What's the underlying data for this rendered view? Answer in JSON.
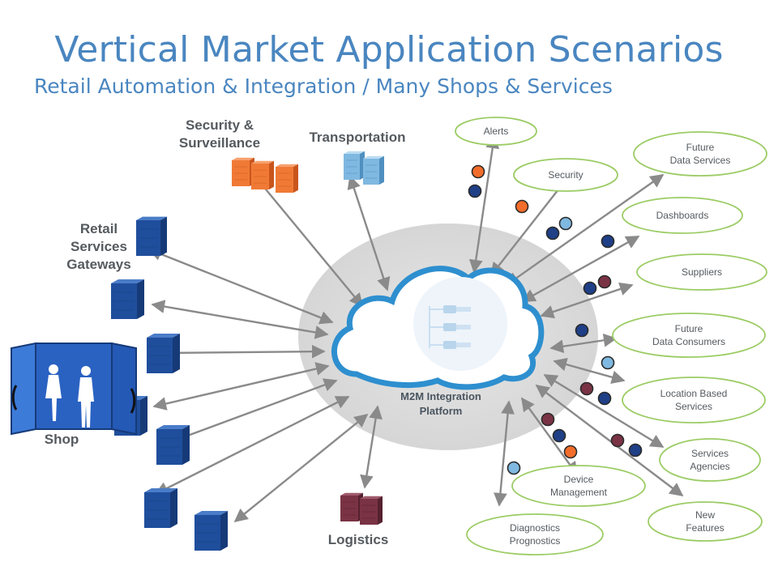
{
  "title": "Vertical Market Application Scenarios",
  "subtitle": "Retail Automation & Integration / Many Shops & Services",
  "labels": {
    "security": [
      "Security &",
      "Surveillance"
    ],
    "transportation": "Transportation",
    "retail": [
      "Retail",
      "Services",
      "Gateways"
    ],
    "shop": "Shop",
    "logistics": "Logistics",
    "platform": [
      "M2M Integration",
      "Platform"
    ]
  },
  "services": [
    {
      "id": "alerts",
      "lines": [
        "Alerts"
      ]
    },
    {
      "id": "security",
      "lines": [
        "Security"
      ]
    },
    {
      "id": "future-data-services",
      "lines": [
        "Future",
        "Data Services"
      ]
    },
    {
      "id": "dashboards",
      "lines": [
        "Dashboards"
      ]
    },
    {
      "id": "suppliers",
      "lines": [
        "Suppliers"
      ]
    },
    {
      "id": "future-data-consumers",
      "lines": [
        "Future",
        "Data Consumers"
      ]
    },
    {
      "id": "location-based-services",
      "lines": [
        "Location Based",
        "Services"
      ]
    },
    {
      "id": "services-agencies",
      "lines": [
        "Services",
        "Agencies"
      ]
    },
    {
      "id": "device-management",
      "lines": [
        "Device",
        "Management"
      ]
    },
    {
      "id": "new-features",
      "lines": [
        "New",
        "Features"
      ]
    },
    {
      "id": "diagnostics-prognostics",
      "lines": [
        "Diagnostics",
        "Prognostics"
      ]
    }
  ],
  "colors": {
    "title": "#4a86c0",
    "cloud": "#2e8fcf",
    "ellipse_border": "#9ccc65",
    "arrow": "#8a8a8a",
    "server_blue": "#1f4e9c",
    "server_orange": "#f07a35",
    "server_lightblue": "#7fb8e0",
    "server_maroon": "#7a3344",
    "dot_navy": "#1f3f87",
    "dot_light": "#7fb8e0",
    "dot_orange": "#f26d2b",
    "dot_maroon": "#7a3344"
  }
}
